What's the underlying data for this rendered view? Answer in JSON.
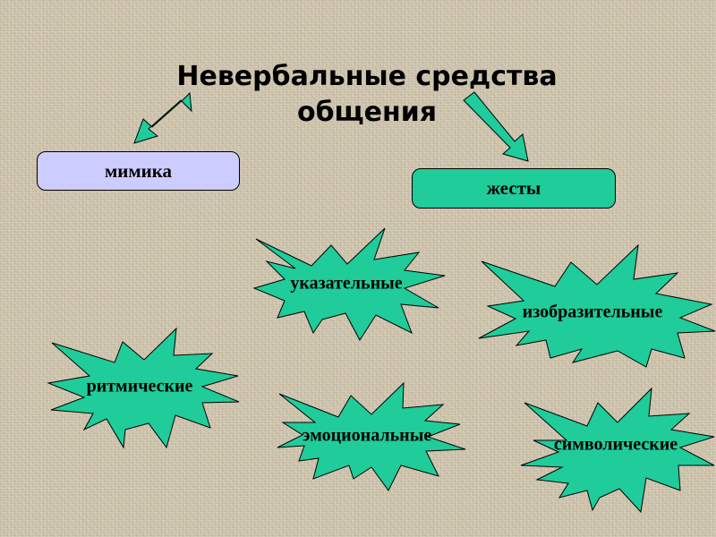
{
  "slide": {
    "title_line1": "Невербальные средства",
    "title_line2": "общения",
    "background_color": "#cfc5ae"
  },
  "categories": [
    {
      "id": "mimika",
      "label": "мимика",
      "fill": "#ccccff"
    },
    {
      "id": "zhesty",
      "label": "жесты",
      "fill": "#1fcc9a"
    }
  ],
  "gesture_types": [
    {
      "id": "ukazatelnye",
      "label": "указательные"
    },
    {
      "id": "izobrazitelnye",
      "label": "изобразительные"
    },
    {
      "id": "ritmicheskie",
      "label": "ритмические"
    },
    {
      "id": "emotsionalnye",
      "label": "эмоциональные"
    },
    {
      "id": "simvolicheskie",
      "label": "символические"
    }
  ],
  "colors": {
    "star_fill": "#1fcc9a",
    "arrow_fill": "#1fcc9a",
    "outline": "#000000"
  }
}
